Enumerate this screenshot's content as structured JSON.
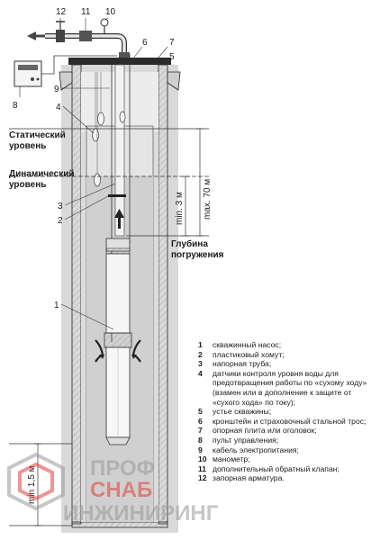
{
  "labels": {
    "n12": "12",
    "n11": "11",
    "n10": "10",
    "n6": "6",
    "n7": "7",
    "n5": "5",
    "n8": "8",
    "n9": "9",
    "n4": "4",
    "n3": "3",
    "n2": "2",
    "n1": "1",
    "static_level": [
      "Статический",
      "уровень"
    ],
    "dynamic_level": [
      "Динамический",
      "уровень"
    ],
    "immersion_depth": [
      "Глубина",
      "погружения"
    ],
    "max70": "max. 70 м",
    "min3": "min. 3 м",
    "min15": "min 1,5 м"
  },
  "legend": [
    {
      "num": "1",
      "text": "скважинный насос;"
    },
    {
      "num": "2",
      "text": "пластиковый хомут;"
    },
    {
      "num": "3",
      "text": "напорная труба;"
    },
    {
      "num": "4",
      "text": "датчики контроля уровня воды для предотвращения работы по «сухому ходу» (взамен или в дополнение к защите от «сухого хода» по току);"
    },
    {
      "num": "5",
      "text": "устье скважины;"
    },
    {
      "num": "6",
      "text": "кронштейн и страховочный стальной трос;"
    },
    {
      "num": "7",
      "text": "опорная плита или оголовок;"
    },
    {
      "num": "8",
      "text": "пульт управления;"
    },
    {
      "num": "9",
      "text": "кабель электропитания;"
    },
    {
      "num": "10",
      "text": "манометр;"
    },
    {
      "num": "11",
      "text": "дополнительный обратный клапан;"
    },
    {
      "num": "12",
      "text": "запорная арматура."
    }
  ],
  "watermark": {
    "line1": "ПРОФ",
    "line2": "СНАБ",
    "line3": "ИНЖИНИРИНГ"
  },
  "colors": {
    "fill_gray": "#d3d3d3",
    "water": "#eeeeee",
    "line": "#222222",
    "watermark_red": "#e0403b"
  }
}
